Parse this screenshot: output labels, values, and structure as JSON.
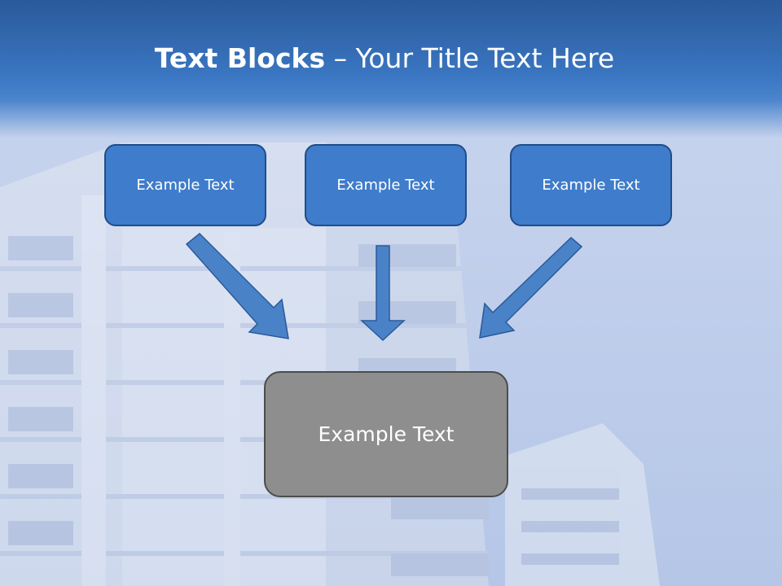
{
  "title": {
    "bold": "Text Blocks",
    "dash": " – ",
    "rest": "Your Title Text Here"
  },
  "blocks": [
    {
      "label": "Example Text"
    },
    {
      "label": "Example Text"
    },
    {
      "label": "Example Text"
    }
  ],
  "main_block": {
    "label": "Example Text"
  },
  "colors": {
    "header": "#3a76c2",
    "block_fill": "#3f7ccb",
    "block_border": "#1f4e89",
    "main_fill": "#8e8e8e",
    "main_border": "#4c4c4c",
    "arrow_fill": "#4a82c8"
  }
}
